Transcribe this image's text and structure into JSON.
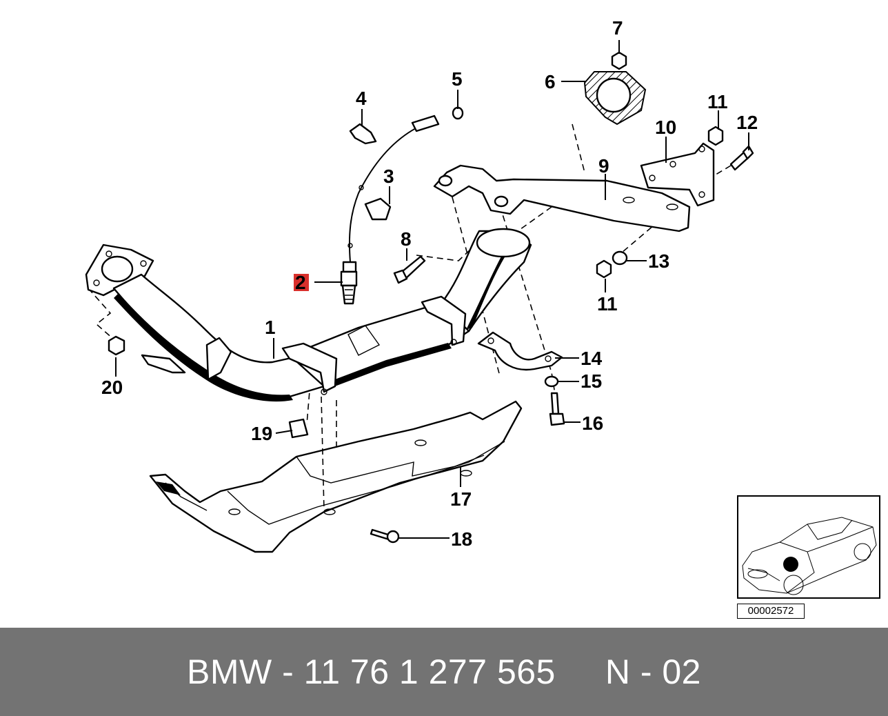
{
  "diagram": {
    "labels": {
      "p1": "1",
      "p2": "2",
      "p3": "3",
      "p4": "4",
      "p5": "5",
      "p6": "6",
      "p7": "7",
      "p8": "8",
      "p9": "9",
      "p10": "10",
      "p11a": "11",
      "p11b": "11",
      "p12": "12",
      "p13": "13",
      "p14": "14",
      "p15": "15",
      "p16": "16",
      "p17": "17",
      "p18": "18",
      "p19": "19",
      "p20": "20"
    },
    "highlighted_part": "2",
    "highlight_color": "#d9302c"
  },
  "thumbnail": {
    "code": "00002572"
  },
  "footer": {
    "text": "BMW - 11 76 1 277 565     N - 02",
    "background": "#737373"
  }
}
